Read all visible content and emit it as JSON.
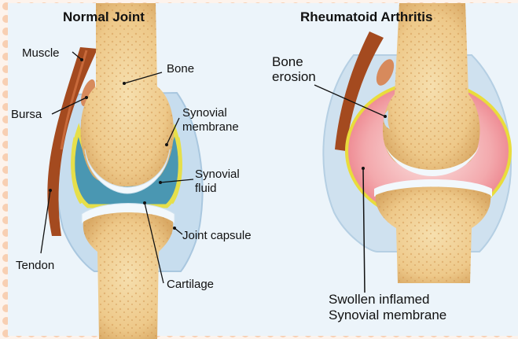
{
  "titles": {
    "left": "Normal Joint",
    "right": "Rheumatoid Arthritis"
  },
  "labels": {
    "muscle": "Muscle",
    "bursa": "Bursa",
    "tendon": "Tendon",
    "bone": "Bone",
    "synovial_membrane_line1": "Synovial",
    "synovial_membrane_line2": "membrane",
    "synovial_fluid_line1": "Synovial",
    "synovial_fluid_line2": "fluid",
    "joint_capsule": "Joint capsule",
    "cartilage": "Cartilage",
    "bone_erosion_line1": "Bone",
    "bone_erosion_line2": "erosion",
    "swollen_line1": "Swollen inflamed",
    "swollen_line2": "Synovial membrane"
  },
  "colors": {
    "panel_bg": "#e3eff8",
    "border_dots": "#f7c7a4",
    "bone": "#f1d095",
    "bone_dark": "#d8a35f",
    "cartilage": "#eef6fb",
    "synovial_fluid": "#4b98b3",
    "membrane_yellow": "#e6e04a",
    "muscle": "#a0491f",
    "capsule": "#bcd7ea",
    "inflamed": "#f08f9a"
  }
}
